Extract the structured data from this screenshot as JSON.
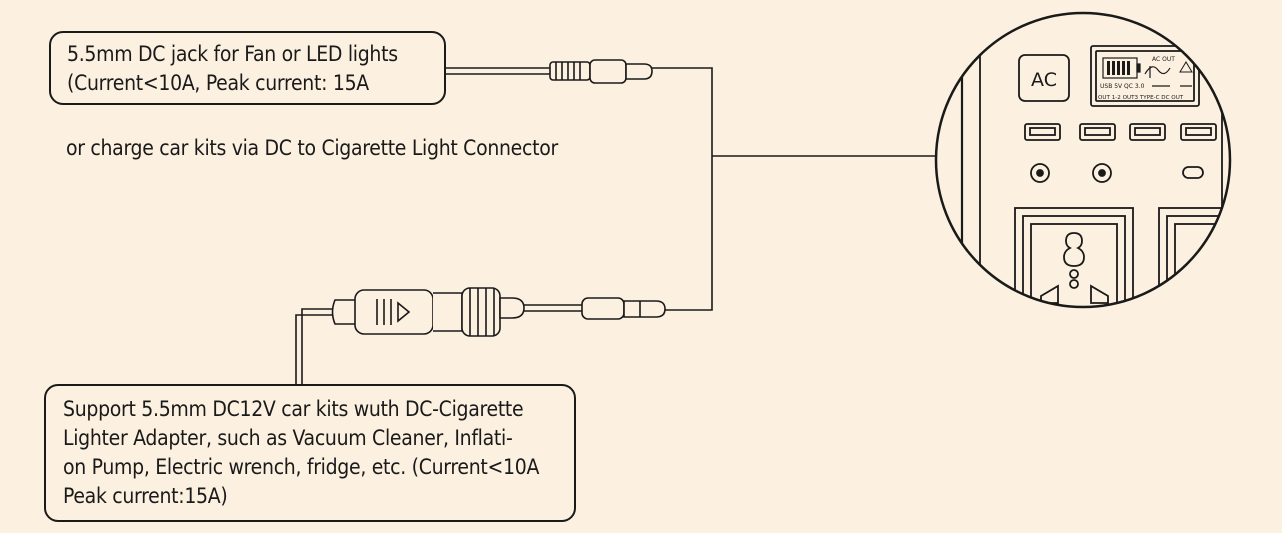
{
  "callouts": {
    "top": {
      "lines": [
        "5.5mm DC jack for Fan or LED lights",
        "(Current<10A, Peak current: 15A"
      ]
    },
    "middle_note": "or charge car kits via DC to Cigarette Light Connector",
    "bottom": {
      "lines": [
        "Support 5.5mm DC12V car kits wuth DC-Cigarette",
        "Lighter Adapter, such as Vacuum Cleaner, Inflati-",
        "on Pump, Electric wrench, fridge, etc. (Current<10A",
        "Peak current:15A)"
      ]
    }
  },
  "panel": {
    "ac_label": "AC",
    "display": {
      "ac_out": "AC OUT",
      "usb_line": "USB 5V QC 3.0",
      "out_line": "OUT 1-2 OUT3   TYPE-C DC OUT"
    }
  },
  "colors": {
    "background": "#fcf1e0",
    "line": "#1a1a1a"
  }
}
